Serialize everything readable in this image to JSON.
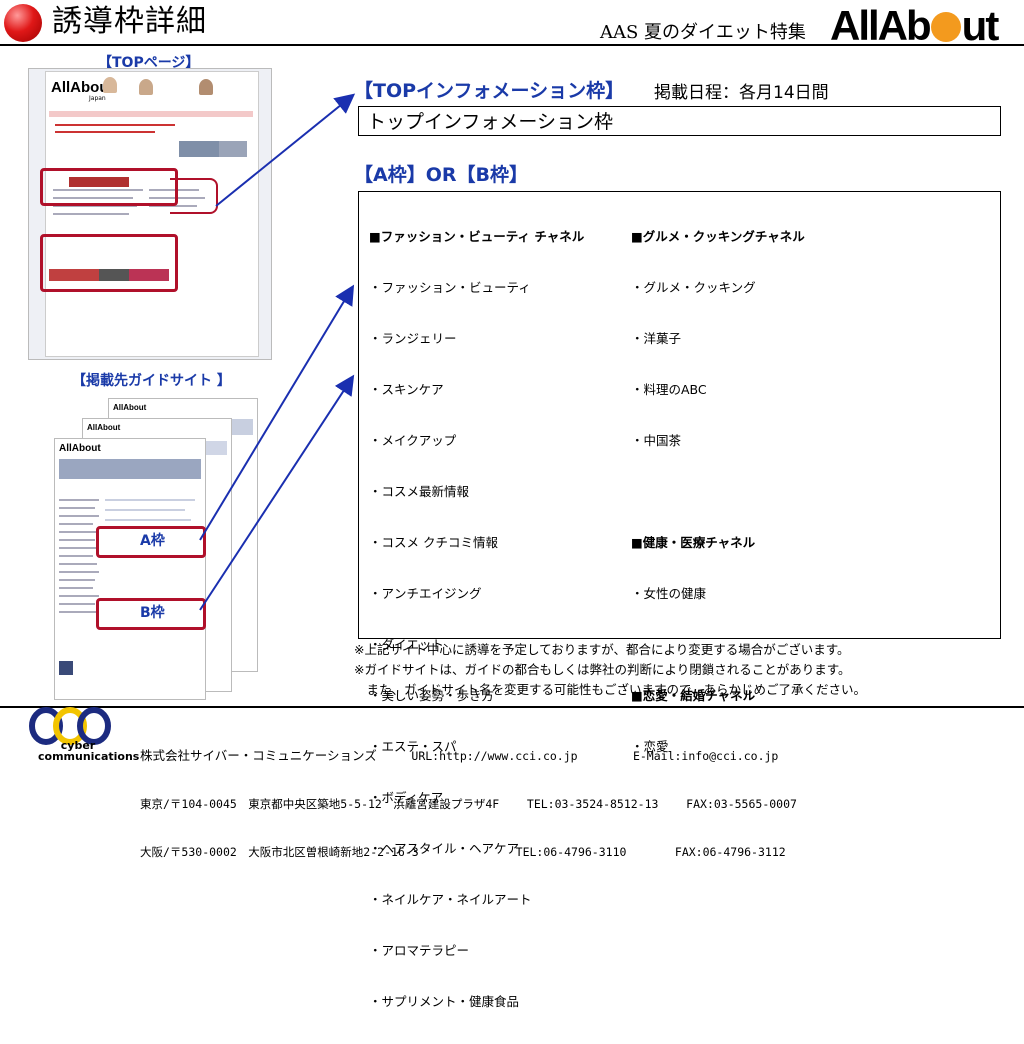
{
  "header": {
    "title": "誘導枠詳細",
    "campaign": "AAS 夏のダイエット特集",
    "logo_text": "AllAbout"
  },
  "left": {
    "top_page_label": "【TOPページ】",
    "guide_site_label": "【掲載先ガイドサイト 】",
    "frame_a_label": "A枠",
    "frame_b_label": "B枠"
  },
  "top_info": {
    "heading": "【TOPインフォメーション枠】",
    "schedule": "掲載日程：各月14日間",
    "name": "トップインフォメーション枠"
  },
  "ab": {
    "heading": "【A枠】OR【B枠】",
    "col1": {
      "header": "■ファッション・ビューティ チャネル",
      "items": [
        "・ファッション・ビューティ",
        "・ランジェリー",
        "・スキンケア",
        "・メイクアップ",
        "・コスメ最新情報",
        "・コスメ クチコミ情報",
        "・アンチエイジング",
        "・ダイエット",
        "・美しい姿勢・歩き方",
        "・エステ・スパ",
        "・ボディケア",
        "・ヘアスタイル・ヘアケア",
        "・ネイルケア・ネイルアート",
        "・アロマテラピー",
        "・サプリメント・健康食品"
      ]
    },
    "col2": {
      "groups": [
        {
          "header": "■グルメ・クッキングチャネル",
          "items": [
            "・グルメ・クッキング",
            "・洋菓子",
            "・料理のABC",
            "・中国茶"
          ]
        },
        {
          "header": "■健康・医療チャネル",
          "items": [
            "・女性の健康"
          ]
        },
        {
          "header": "■恋愛・結婚チャネル",
          "items": [
            "・恋愛"
          ]
        }
      ]
    }
  },
  "notes": {
    "line1": "※上記サイト中心に誘導を予定しておりますが、都合により変更する場合がございます。",
    "line2": "※ガイドサイトは、ガイドの都合もしくは弊社の判断により閉鎖されることがあります。",
    "line3": "　また、ガイドサイト名を変更する可能性もございますので、あらかじめご了承ください。"
  },
  "footer": {
    "company": "株式会社サイバー・コミュニケーションズ",
    "url": "URL:http://www.cci.co.jp",
    "email": "E-Mail:info@cci.co.jp",
    "tokyo_addr": "東京/〒104-0045　東京都中央区築地5-5-12　浜離宮建設プラザ4F",
    "tokyo_tel": "TEL:03-3524-8512-13",
    "tokyo_fax": "FAX:03-5565-0007",
    "osaka_addr": "大阪/〒530-0002　大阪市北区曽根崎新地2-2-16-3",
    "osaka_tel": "TEL:06-4796-3110",
    "osaka_fax": "FAX:06-4796-3112",
    "cc_logo_text": "cyber communications"
  },
  "colors": {
    "accent_red": "#b0102a",
    "label_blue": "#1a3aa8",
    "arrow_blue": "#1a2fb0",
    "logo_orange": "#f39a1e"
  }
}
